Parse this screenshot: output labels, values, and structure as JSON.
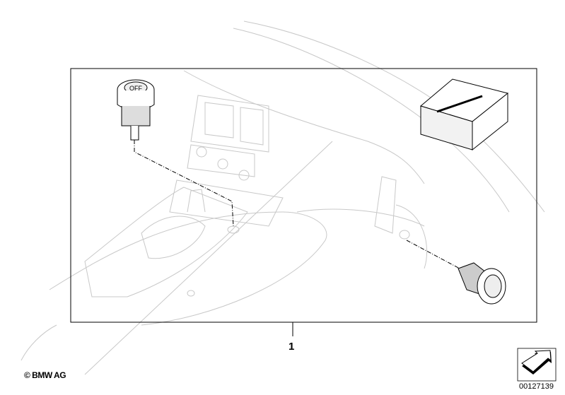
{
  "diagram": {
    "part_number_label": "1",
    "socket_cap_text": "OFF",
    "copyright": "© BMW AG",
    "diagram_number": "00127139"
  }
}
